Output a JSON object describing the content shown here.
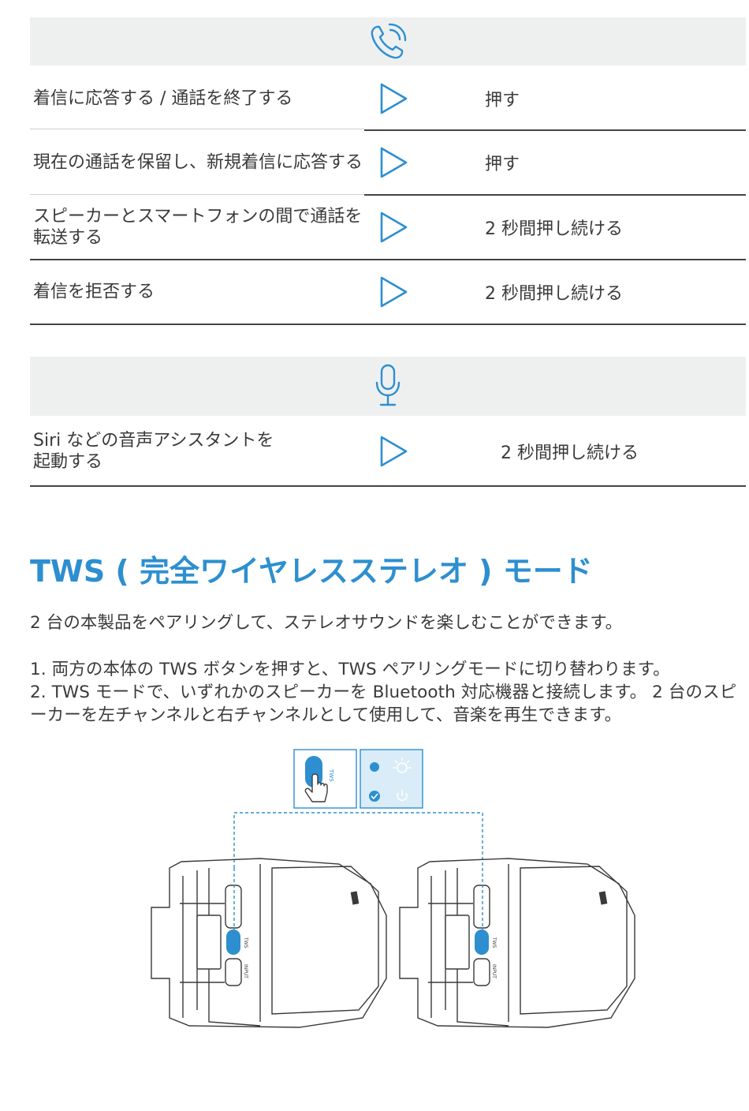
{
  "call_table": {
    "rows": [
      {
        "action": "着信に応答する / 通話を終了する",
        "operation": "押す"
      },
      {
        "action": "現在の通話を保留し、新規着信に応答する",
        "operation": "押す"
      },
      {
        "action": "スピーカーとスマートフォンの間で通話を転送する",
        "operation": "2 秒間押し続ける"
      },
      {
        "action": "着信を拒否する",
        "operation": "2 秒間押し続ける"
      }
    ]
  },
  "voice_table": {
    "rows": [
      {
        "action": "Siri などの音声アシスタントを起動する",
        "operation": "2 秒間押し続ける"
      }
    ]
  },
  "tws": {
    "title": "TWS ( 完全ワイヤレスステレオ ) モード",
    "intro": "2 台の本製品をペアリングして、ステレオサウンドを楽しむことができます。",
    "step1": "1. 両方の本体の TWS ボタンを押すと、TWS ペアリングモードに切り替わります。",
    "step2": "2. TWS モードで、いずれかのスピーカーを Bluetooth 対応機器と接続します。 2 台のスピーカーを左チャンネルと右チャンネルとして使用して、音楽を再生できます。"
  },
  "colors": {
    "accent": "#2d8fd0",
    "header_bg": "#eef0f0"
  },
  "icons": {
    "call": "phone-ringing-icon",
    "voice": "microphone-icon",
    "operation": "play-triangle-icon"
  }
}
